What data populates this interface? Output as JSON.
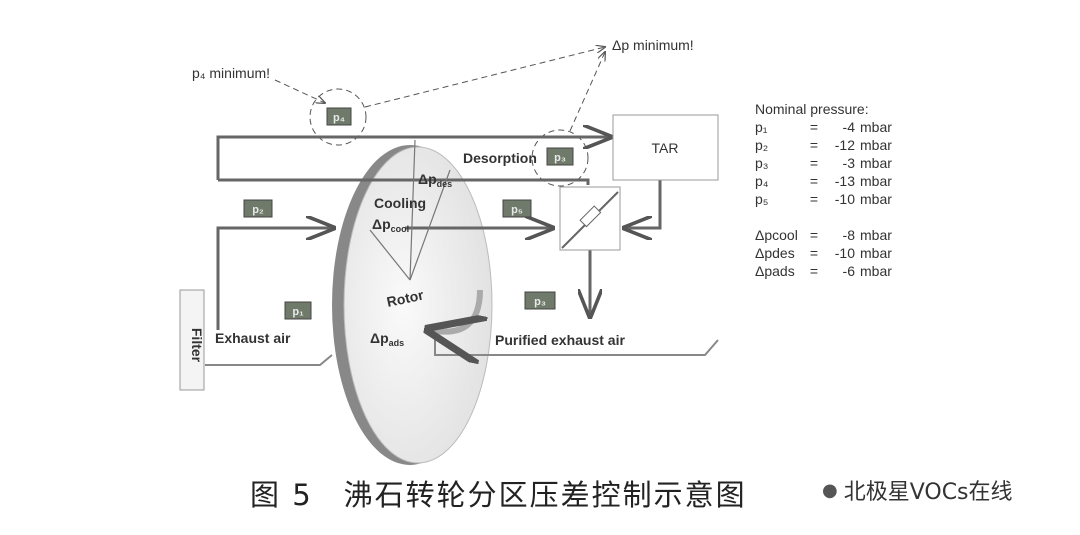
{
  "diagram": {
    "annotations": {
      "dp_min": "Δp minimum!",
      "p4_min": "p₄ minimum!"
    },
    "tar": "TAR",
    "desorption": "Desorption",
    "cooling": "Cooling",
    "dp_cool": "Δp",
    "dp_cool_sub": "cool",
    "dp_des": "Δp",
    "dp_des_sub": "des",
    "dp_ads": "Δp",
    "dp_ads_sub": "ads",
    "rotor": "Rotor",
    "filter": "Filter",
    "exhaust_air": "Exhaust air",
    "purified_air": "Purified exhaust air",
    "tags": {
      "top": "p₄",
      "desorption": "p₃",
      "left": "p₂",
      "middle": "p₅",
      "bottom_left": "p₁",
      "bottom_right": "p₃"
    }
  },
  "legend": {
    "title": "Nominal pressure:",
    "rows": [
      {
        "k": "p₁",
        "eq": "=",
        "v": "-4",
        "u": "mbar"
      },
      {
        "k": "p₂",
        "eq": "=",
        "v": "-12",
        "u": "mbar"
      },
      {
        "k": "p₃",
        "eq": "=",
        "v": "-3",
        "u": "mbar"
      },
      {
        "k": "p₄",
        "eq": "=",
        "v": "-13",
        "u": "mbar"
      },
      {
        "k": "p₅",
        "eq": "=",
        "v": "-10",
        "u": "mbar"
      },
      {
        "k": "Δpcool",
        "eq": "=",
        "v": "-8",
        "u": "mbar"
      },
      {
        "k": "Δpdes",
        "eq": "=",
        "v": "-10",
        "u": "mbar"
      },
      {
        "k": "Δpads",
        "eq": "=",
        "v": "-6",
        "u": "mbar"
      }
    ]
  },
  "caption": "图 5　沸石转轮分区压差控制示意图",
  "watermark": "北极星VOCs在线"
}
